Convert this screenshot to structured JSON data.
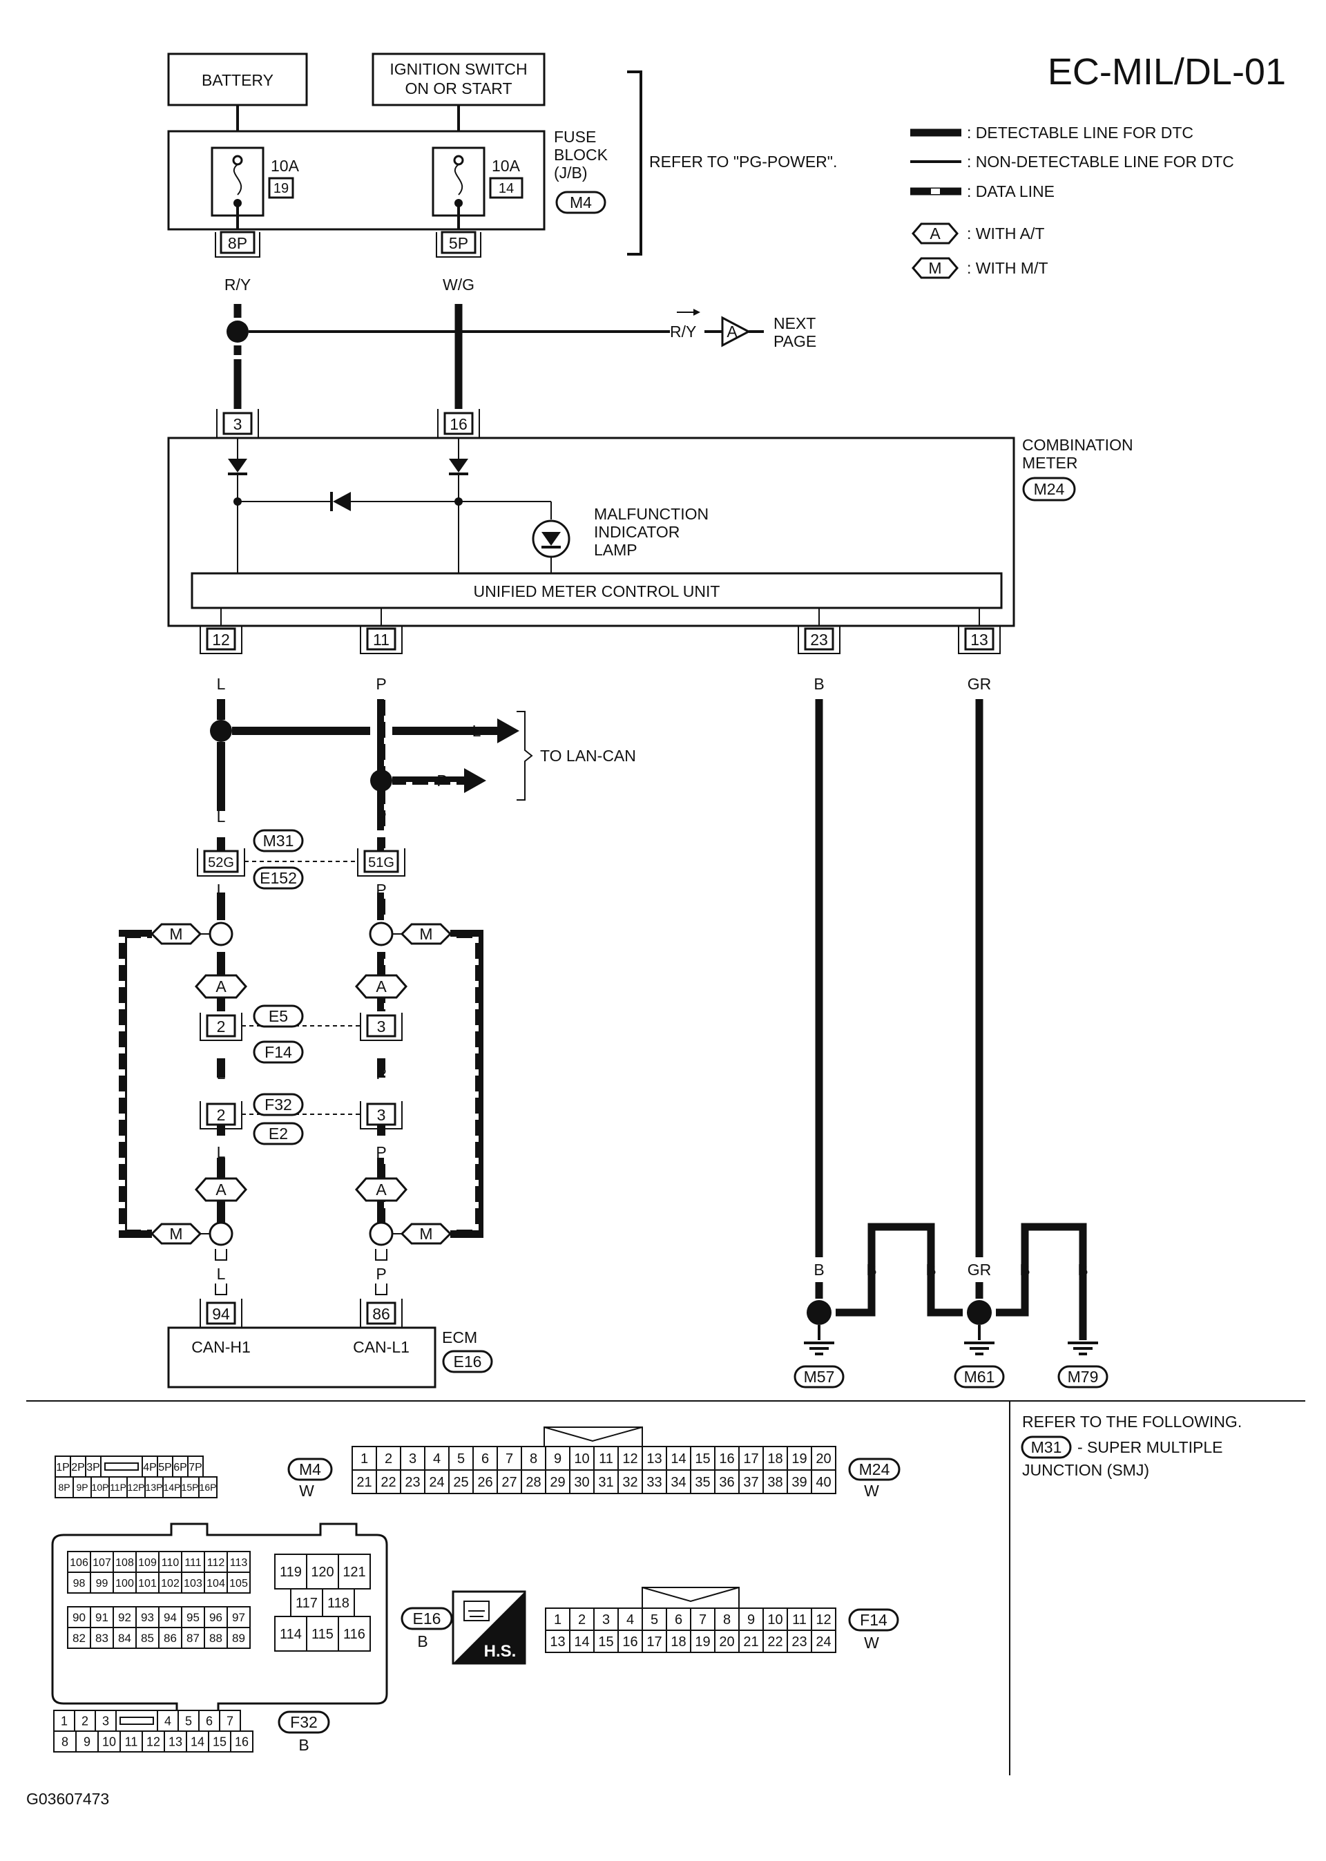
{
  "page": {
    "title": "EC-MIL/DL-01",
    "image_code": "G03607473"
  },
  "legend": {
    "detectable": ": DETECTABLE LINE FOR DTC",
    "non_detectable": ": NON-DETECTABLE LINE FOR DTC",
    "data_line": ": DATA LINE",
    "with_at_sym": "A",
    "with_at": ": WITH A/T",
    "with_mt_sym": "M",
    "with_mt": ": WITH M/T"
  },
  "power": {
    "battery": "BATTERY",
    "ignition_line1": "IGNITION SWITCH",
    "ignition_line2": "ON OR START",
    "fuse_block_line1": "FUSE",
    "fuse_block_line2": "BLOCK",
    "fuse_block_line3": "(J/B)",
    "fuse_block_conn": "M4",
    "refer": "REFER TO \"PG-POWER\".",
    "fuse1_amp": "10A",
    "fuse1_no": "19",
    "fuse1_term": "8P",
    "fuse2_amp": "10A",
    "fuse2_no": "14",
    "fuse2_term": "5P",
    "wire1": "R/Y",
    "wire2": "W/G",
    "next_wire": "R/Y",
    "next_sym": "A",
    "next_line1": "NEXT",
    "next_line2": "PAGE"
  },
  "meter": {
    "name_line1": "COMBINATION",
    "name_line2": "METER",
    "conn": "M24",
    "in1": "3",
    "in2": "16",
    "mil_line1": "MALFUNCTION",
    "mil_line2": "INDICATOR",
    "mil_line3": "LAMP",
    "unit": "UNIFIED METER CONTROL UNIT",
    "out1": "12",
    "out2": "11",
    "out3": "23",
    "out4": "13",
    "w_out1": "L",
    "w_out2": "P",
    "w_out3": "B",
    "w_out4": "GR"
  },
  "can": {
    "to_lan": "TO LAN-CAN",
    "arrow_l": "L",
    "arrow_p": "P",
    "w1": "L",
    "w2": "P",
    "jc_top": "M31",
    "jc_bot": "E152",
    "j_l": "52G",
    "j_p": "51G",
    "w3": "L",
    "w4": "P",
    "mt": "M",
    "at": "A",
    "c1_top": "E5",
    "c1_bot": "F14",
    "c1_l": "2",
    "c1_p": "3",
    "w5": "L",
    "w6": "P",
    "c2_top": "F32",
    "c2_bot": "E2",
    "c2_l": "2",
    "c2_p": "3",
    "w7": "L",
    "w8": "P",
    "w9": "L",
    "w10": "P"
  },
  "ecm": {
    "name": "ECM",
    "conn": "E16",
    "t1": "94",
    "t2": "86",
    "l1": "CAN-H1",
    "l2": "CAN-L1"
  },
  "ground": {
    "w_b1": "B",
    "w_b2": "B",
    "w_b3": "B",
    "w_gr": "GR",
    "w_b4": "B",
    "w_b5": "B",
    "g1": "M57",
    "g2": "M61",
    "g3": "M79"
  },
  "refer_box": {
    "line1": "REFER TO THE FOLLOWING.",
    "sym": "M31",
    "line2": "- SUPER MULTIPLE",
    "line3": "JUNCTION (SMJ)"
  },
  "connectors": {
    "m4": {
      "id": "M4",
      "color": "W",
      "top": [
        "1P",
        "2P",
        "3P",
        "",
        "4P",
        "5P",
        "6P",
        "7P"
      ],
      "bottom": [
        "8P",
        "9P",
        "10P",
        "11P",
        "12P",
        "13P",
        "14P",
        "15P",
        "16P"
      ]
    },
    "m24": {
      "id": "M24",
      "color": "W",
      "top": [
        "1",
        "2",
        "3",
        "4",
        "5",
        "6",
        "7",
        "8",
        "9",
        "10",
        "11",
        "12",
        "13",
        "14",
        "15",
        "16",
        "17",
        "18",
        "19",
        "20"
      ],
      "bottom": [
        "21",
        "22",
        "23",
        "24",
        "25",
        "26",
        "27",
        "28",
        "29",
        "30",
        "31",
        "32",
        "33",
        "34",
        "35",
        "36",
        "37",
        "38",
        "39",
        "40"
      ]
    },
    "e16": {
      "id": "E16",
      "color": "B",
      "r1": [
        "106",
        "107",
        "108",
        "109",
        "110",
        "111",
        "112",
        "113"
      ],
      "r2": [
        "98",
        "99",
        "100",
        "101",
        "102",
        "103",
        "104",
        "105"
      ],
      "r3": [
        "90",
        "91",
        "92",
        "93",
        "94",
        "95",
        "96",
        "97"
      ],
      "r4": [
        "82",
        "83",
        "84",
        "85",
        "86",
        "87",
        "88",
        "89"
      ],
      "s1": [
        "119",
        "120",
        "121"
      ],
      "s2": [
        "117",
        "118"
      ],
      "s3": [
        "114",
        "115",
        "116"
      ],
      "hs": "H.S."
    },
    "f14": {
      "id": "F14",
      "color": "W",
      "top": [
        "1",
        "2",
        "3",
        "4",
        "5",
        "6",
        "7",
        "8",
        "9",
        "10",
        "11",
        "12"
      ],
      "bottom": [
        "13",
        "14",
        "15",
        "16",
        "17",
        "18",
        "19",
        "20",
        "21",
        "22",
        "23",
        "24"
      ]
    },
    "f32": {
      "id": "F32",
      "color": "B",
      "top": [
        "1",
        "2",
        "3",
        "",
        "4",
        "5",
        "6",
        "7"
      ],
      "bottom": [
        "8",
        "9",
        "10",
        "11",
        "12",
        "13",
        "14",
        "15",
        "16"
      ]
    }
  }
}
